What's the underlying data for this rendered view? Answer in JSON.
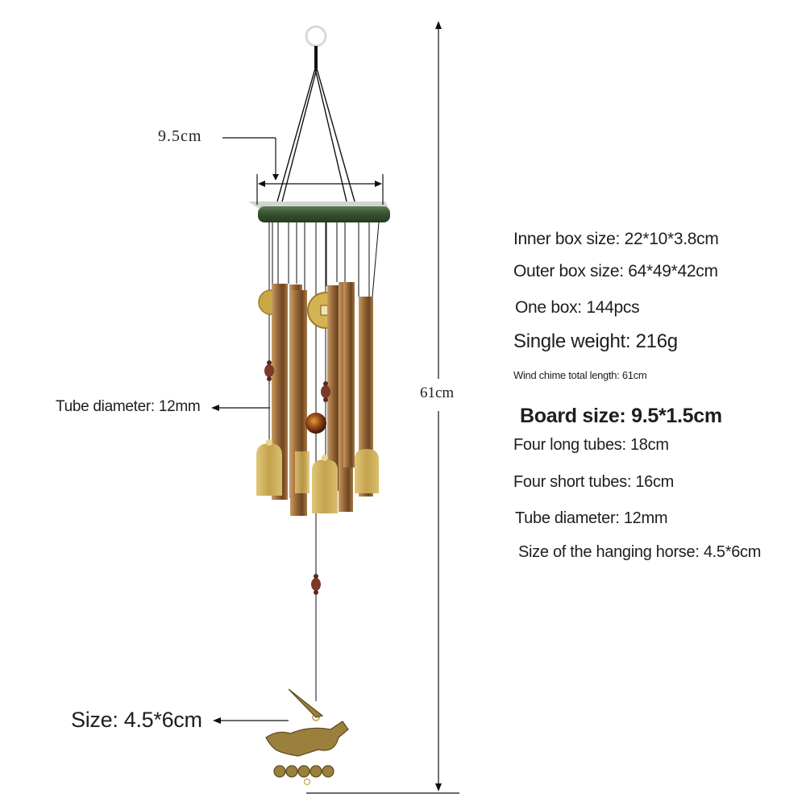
{
  "dimensions": {
    "board_width_label": "9.5cm",
    "total_length_label": "61cm",
    "tube_diameter_label": "Tube diameter: 12mm",
    "horse_size_label": "Size: 4.5*6cm"
  },
  "specs": [
    {
      "label": "Inner box size: 22*10*3.8cm"
    },
    {
      "label": "Outer box size: 64*49*42cm"
    },
    {
      "label": "One box: 144pcs"
    },
    {
      "label": "Single weight: 216g"
    },
    {
      "label": "Wind chime total length: 61cm"
    },
    {
      "label": "Board size: 9.5*1.5cm"
    },
    {
      "label": "Four long tubes: 18cm"
    },
    {
      "label": "Four short tubes: 16cm"
    },
    {
      "label": "Tube diameter: 12mm"
    },
    {
      "label": "Size of the hanging horse: 4.5*6cm"
    }
  ],
  "colors": {
    "board": "#3f5a3c",
    "tube": "#9a6a3a",
    "bell": "#c8a94e",
    "coin": "#c9a844",
    "horse": "#9b7f3d",
    "bead": "#6b3322",
    "line": "#111111"
  }
}
